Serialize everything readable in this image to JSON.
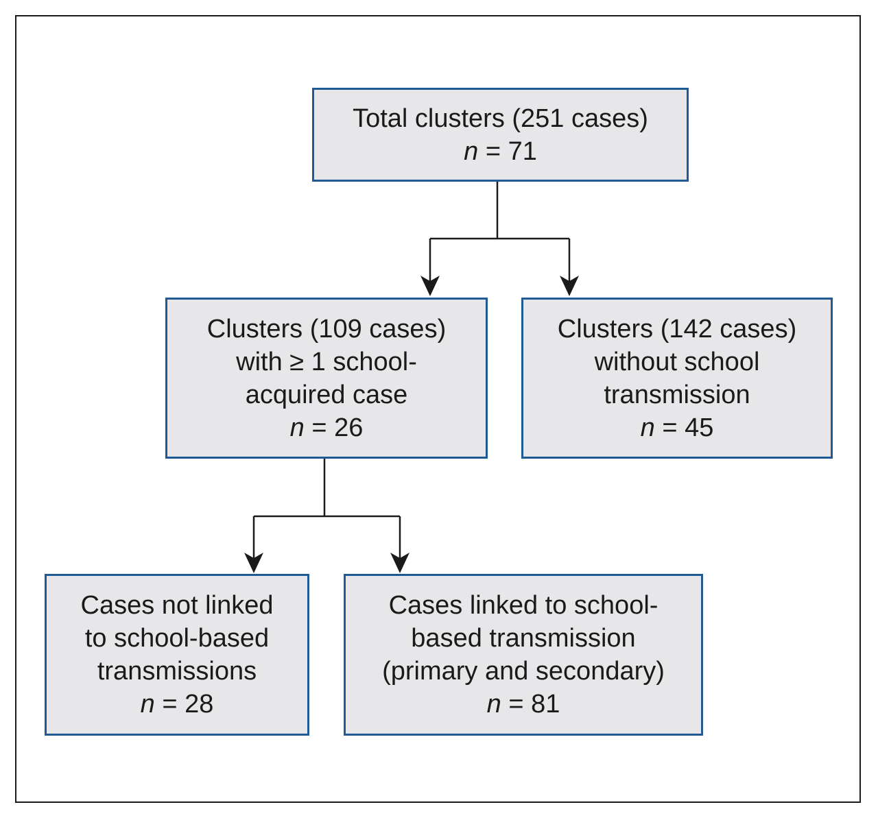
{
  "colors": {
    "box_border": "#1f5a96",
    "box_fill": "#e7e7ea",
    "line": "#1a1a1a"
  },
  "boxes": {
    "total": {
      "lines": [
        "Total clusters (251 cases)"
      ],
      "n_label": "n",
      "n_value": "= 71"
    },
    "with_school": {
      "lines": [
        "Clusters (109 cases)",
        "with ≥ 1 school-",
        "acquired case"
      ],
      "n_label": "n",
      "n_value": "= 26"
    },
    "without_school": {
      "lines": [
        "Clusters (142 cases)",
        "without school",
        "transmission"
      ],
      "n_label": "n",
      "n_value": "= 45"
    },
    "not_linked": {
      "lines": [
        "Cases not linked",
        "to school-based",
        "transmissions"
      ],
      "n_label": "n",
      "n_value": "= 28"
    },
    "linked": {
      "lines": [
        "Cases linked to school-",
        "based transmission",
        "(primary and secondary)"
      ],
      "n_label": "n",
      "n_value": "= 81"
    }
  }
}
